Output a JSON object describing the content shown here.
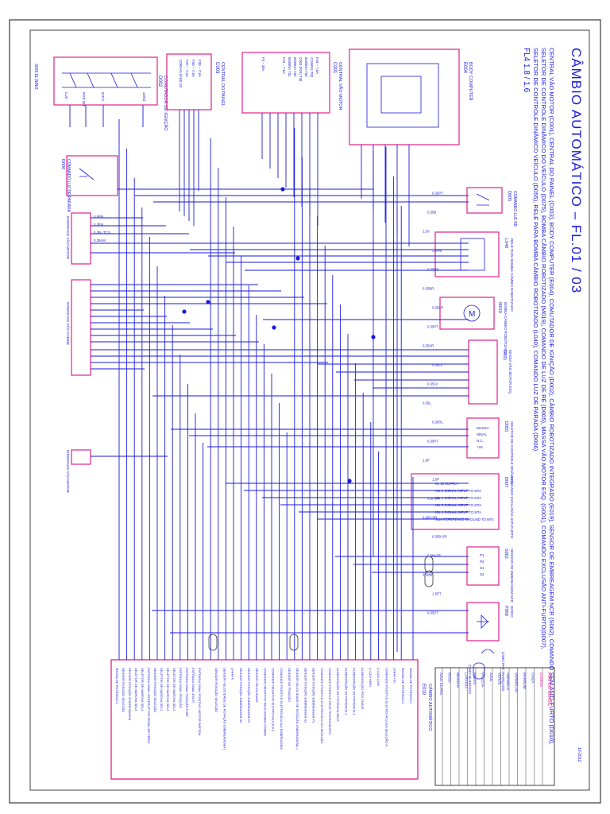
{
  "title": {
    "main": "CÂMBIO AUTOMÁTICO – FL.01 / 03",
    "subtitle": "FL4 1.8 / 1.6",
    "desc": [
      "CENTRAL VÃO MOTOR (C001), CENTRAL DO PAINEL (C003), BODY COMPUTER (E004), COMUTADOR DE IGNIÇÃO (D002), CÂMBIO ROBOTIZADO INTEGRADO (E019), SENSOR DE EMBREAGEM NCR (S062), COMANDO SEM ANTI-FURTO (D010),",
      "SELETOR DE CONTROLE DINÂMICO DO VEÍCULO (D075), BOMBA CÂMBIO ROBOTIZADO (M019), COMANDO DE LUZ DE RÉ (D005), MASSA VÃO MOTOR ESQ. (G001), COMANDO EXCLUSÃO ANTI-FURTO(D007),",
      "SELETOR DE CONTROLE DINÂMICO VEÍCULO (D055), RELÉ PARA BOMBA CÂMBIO ROBOTIZADO (L040), COMANDO LUZ DE PARADA (D006)"
    ]
  },
  "sheet": {
    "left_ref": "3008 EL N/N/2",
    "right_ref": "10-2012"
  },
  "components": {
    "body_computer": {
      "code": "E004",
      "name": "BODY COMPUTER"
    },
    "comutador": {
      "code": "D002",
      "name": "COMUTADOR DE IGNIÇÃO",
      "pins": [
        "LUZ",
        "POS INT",
        "INT/A",
        "15/54"
      ]
    },
    "central_painel": {
      "code": "C003",
      "name": "CENTRAL DO PAINEL",
      "items": [
        "F35 – 7,5A",
        "F36 – 7,5A",
        "F37 – 7,5A",
        "C003+N (F40) 18"
      ]
    },
    "central_motor": {
      "code": "C001",
      "name": "CENTRAL VÃO MOTOR",
      "items": [
        "F18 – 7,5A",
        "CONFIG T02",
        "BOBINA T03",
        "C003 (F04) T30",
        "BOBINA T02",
        "BOBINA T01",
        "F16 – 7,5A",
        "F3 – 30A"
      ]
    },
    "comando_luz_parada": {
      "code": "D006",
      "name": "COMANDO LUZ DE PARADA"
    },
    "interface_vao_motor": {
      "code": "",
      "name": "INTERFACE VÃO MOTOR"
    },
    "interface_vao_cabine": {
      "code": "",
      "name": "INTERFACE VÃO CABINE"
    },
    "interface_vao_motor2": {
      "code": "",
      "name": "INTERFACE VÃO MOTOR"
    },
    "comando_luz_re": {
      "code": "D005",
      "name": "COMANDO LUZ RÉ"
    },
    "rele_bomba": {
      "code": "L040",
      "name": "RELÉ PARA BOMBA CÂMBIO ROBOTIZADO"
    },
    "bomba": {
      "code": "M019",
      "name": "BOMBA CÂMBIO ROBOTIZADO"
    },
    "massa": {
      "code": "G001",
      "name": "MASSA VÃO MOTOR ESQ."
    },
    "seletor": {
      "code": "D055",
      "name": "SELETOR DE CONTROLE DINÂMICO"
    },
    "comando_exclusao": {
      "code": "D007",
      "name": "COMANDO EXCLUSÃO ANTI-FURTO"
    },
    "sensor_embreagem": {
      "code": "S062",
      "name": "SENSOR DE EMBREAGEM NCR"
    },
    "diodo": {
      "code": "P068",
      "name": "DIODO"
    },
    "cambio": {
      "code": "E019",
      "name": "CÂMBIO AUTOMÁTICO"
    }
  },
  "seletor_pins": [
    "MASSA",
    "SINAL",
    "N.C.",
    "+15"
  ],
  "exclusao_pins": [
    "KL 15 SUPPLY",
    "IGL 2 SIGNAL INPUT TO MTA",
    "IGL 1 SIGNAL INPUT TO MTA",
    "IGL 3 SIGNAL INPUT TO MTA",
    "IGL 4 SIGNAL INPUT TO MTA",
    "SLM REFERENCE GROUND TO MTA"
  ],
  "sensor_pins": [
    "P1",
    "P2",
    "S1",
    "S2"
  ],
  "cambio_pins": [
    "MASSA DE POTÊNCIA 1",
    "MASSA DE POTÊNCIA 2",
    "LINHA +30",
    "COMANDO POSITIVO ELETROVÁLVULA SELEÇÃO A",
    "C-CAN LOW",
    "C-CAN HIGH",
    "ALIMENTAÇÃO PÓS CHAVE",
    "ALIMENTAÇÃO DE POTÊNCIA 1",
    "ALIMENTAÇÃO DE POTÊNCIA 2",
    "ALIMENTAÇÃO DE POTÊNCIA RELÉ",
    "COMANDO POSITIVO RELÉ TROTEAMENTO",
    "COMANDO POSITIVO ELETROVÁLVULA SELEÇÃO",
    "SENSOR POSIÇÃO EMBREAGEM P1",
    "SENSOR POSIÇÃO EMBREAGEM S1",
    "SENSOR VELOCIDADE DE ROTAÇÃO EMBREAGEM(–)",
    "SENSOR DE POSIÇÃO",
    "COMANDO POSITIVO ELETROVÁLVULA EMBREAGEM",
    "COMANDO NEGATIVO ELETROVÁLVULA 2",
    "COMANDO NEGATIVO RELÉ BOMBA CÂMBIO",
    "SENSOR VELOCIDADE",
    "SENSOR POSIÇÃO EMBREAGEM P2",
    "SENSOR POSIÇÃO EMBREAGEM S2",
    "LINHA K",
    "SENSOR VELOCIDADE DE ROTAÇÃO EMBREAGEM(+)",
    "SENSOR POSIÇÃO SELEÇÃO"
  ],
  "cambio_pins_b": [
    "ENTRADA SINAL POSITIVO MOTOR PARTIDA",
    "ENTRADA SINAL EXCIT",
    "ENTRADA SINAL POSIÇÃO P/MP",
    "ENTRADA SINAL POSIÇÃO",
    "SELETOR DE MARCHA SEL3",
    "SELETOR DE MARCHA SEL2",
    "SELETOR DE MARCHA SEL1",
    "SENSOR POSIÇÃO SELEÇÃO",
    "ENTRADA SINAL INTERRUPTOR PEDAL DE FREIO",
    "SELETOR DE MARCHA SEL4",
    "SELETOR DE MARCHA SEL5",
    "SENSOR POSIÇÃO ENGRENAGEM",
    "SENSOR POSIÇÃO SELEÇÃO",
    "MASSA DE POTÊNCIA 3"
  ],
  "wire_labels": [
    "0,35PT",
    "0,35B",
    "2,5V",
    "2,5MB",
    "0,35RB",
    "0,35BR",
    "0,35LR",
    "0,35PT",
    "0,35VR",
    "0,35LV",
    "0,35LV",
    "0,35L",
    "0,35RL",
    "0,35PT",
    "1,5P",
    "1,5P",
    "0,50-SR",
    "0,20V-SR",
    "0,35B-SR",
    "0,5M-SR",
    "2,5MB",
    "1,5PT",
    "0,35PT"
  ],
  "left_connector_labels": [
    "0,5PN",
    "0,35VL",
    "0,35L-TCS",
    "0,35AM"
  ],
  "legend": {
    "cabo_blindado": "CABO BLINDADO",
    "cabo_trancado": "CABO PAR TRANÇADO"
  },
  "table": {
    "header": "FIAT DO BRASIL",
    "rows": [
      "CÓDIGO",
      "CINZA",
      "MARROM",
      "VERMELHO",
      "AMARELO",
      "VERDE",
      "AZUL",
      "VIOLETA",
      "PRETO",
      "LARANJA",
      "BRANCO",
      "ROSA",
      "AZUL CLARO"
    ]
  },
  "colors": {
    "wire": "#1a1ad9",
    "frame": "#e0218a",
    "component": "#1a1ad9",
    "accent": "#e0218a"
  }
}
